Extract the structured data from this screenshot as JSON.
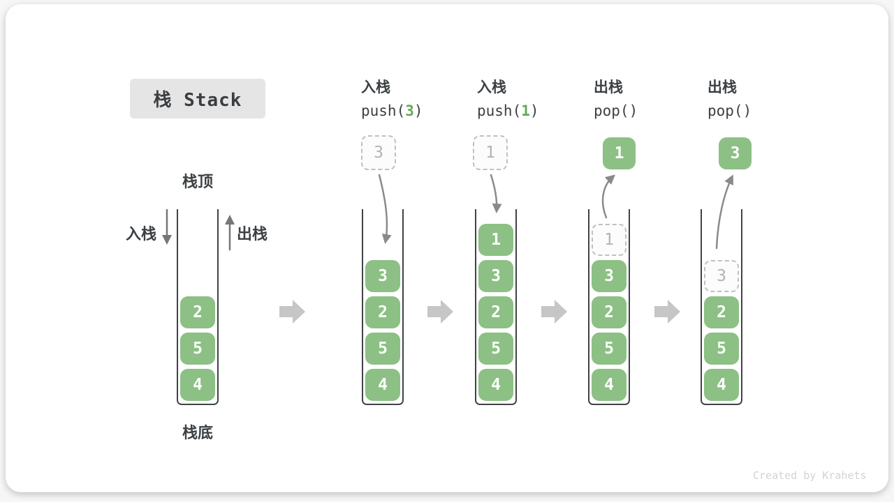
{
  "title": {
    "badge": "栈 Stack"
  },
  "legend": {
    "stack_top": "栈顶",
    "stack_bottom": "栈底",
    "push": "入栈",
    "pop": "出栈"
  },
  "steps": [
    {
      "op": "入栈",
      "fn": "push(",
      "arg": "3",
      "close": ")"
    },
    {
      "op": "入栈",
      "fn": "push(",
      "arg": "1",
      "close": ")"
    },
    {
      "op": "出栈",
      "fn": "pop(",
      "arg": "",
      "close": ")"
    },
    {
      "op": "出栈",
      "fn": "pop(",
      "arg": "",
      "close": ")"
    }
  ],
  "stacks": {
    "initial": {
      "cells": [
        "2",
        "5",
        "4"
      ]
    },
    "after_push_3": {
      "incoming": "3",
      "cells": [
        "3",
        "2",
        "5",
        "4"
      ]
    },
    "after_push_1": {
      "incoming": "1",
      "cells": [
        "1",
        "3",
        "2",
        "5",
        "4"
      ]
    },
    "after_pop_1": {
      "popped": "1",
      "ghost": "1",
      "cells": [
        "3",
        "2",
        "5",
        "4"
      ]
    },
    "after_pop_3": {
      "popped": "3",
      "ghost": "3",
      "cells": [
        "2",
        "5",
        "4"
      ]
    }
  },
  "watermark": {
    "text": "Created by Krahets"
  },
  "colors": {
    "card_bg": "#ffffff",
    "page_bg": "#f6f6f6",
    "cell_green": "#8cc084",
    "cell_text": "#ffffff",
    "ghost_border": "#c0c0c0",
    "ghost_text": "#b3b3b3",
    "stack_wall": "#3f4346",
    "text_dark": "#3c4043",
    "code_arg_green": "#67a65c",
    "curved_arrow": "#8a8a8a",
    "straight_arrow": "#75777a",
    "block_arrow": "#c6c6c6",
    "badge_bg": "#e5e5e5",
    "watermark": "#d3d3d3"
  }
}
